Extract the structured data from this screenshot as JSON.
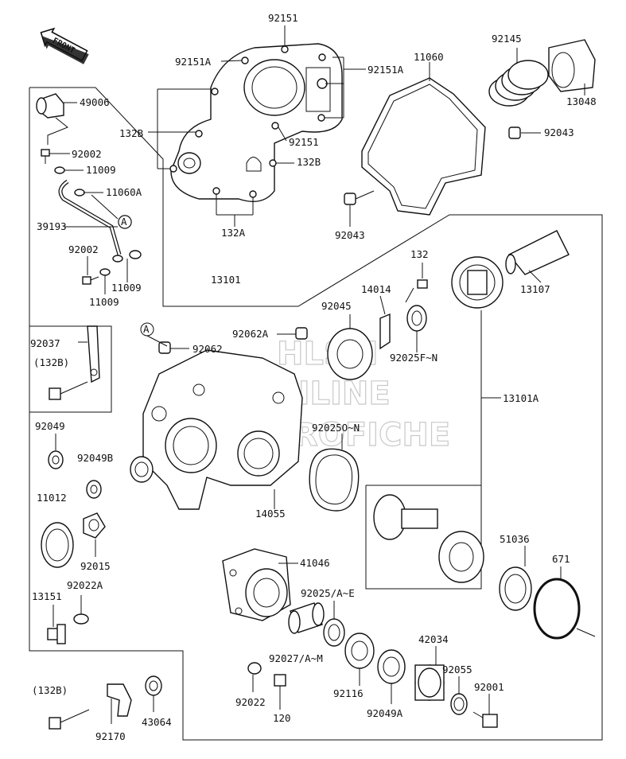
{
  "front_badge": "FRONT",
  "watermark": {
    "line1": "HLSM",
    "line2": "ONLINE",
    "line3": "MICROFICHE"
  },
  "labels": [
    {
      "id": "p92151",
      "text": "92151"
    },
    {
      "id": "p92151A_l",
      "text": "92151A"
    },
    {
      "id": "p92151A_r",
      "text": "92151A"
    },
    {
      "id": "p92151_b",
      "text": "92151"
    },
    {
      "id": "p132B_l",
      "text": "132B"
    },
    {
      "id": "p132B_r",
      "text": "132B"
    },
    {
      "id": "p132A_t",
      "text": "132A"
    },
    {
      "id": "p11060",
      "text": "11060"
    },
    {
      "id": "p92145",
      "text": "92145"
    },
    {
      "id": "p13048",
      "text": "13048"
    },
    {
      "id": "p92043_r",
      "text": "92043"
    },
    {
      "id": "p92043_l",
      "text": "92043"
    },
    {
      "id": "p49006",
      "text": "49006"
    },
    {
      "id": "p92002_t",
      "text": "92002"
    },
    {
      "id": "p11009_t",
      "text": "11009"
    },
    {
      "id": "p11060A",
      "text": "11060A"
    },
    {
      "id": "p39193",
      "text": "39193"
    },
    {
      "id": "p92002_b",
      "text": "92002"
    },
    {
      "id": "p11009_r",
      "text": "11009"
    },
    {
      "id": "p11009_b",
      "text": "11009"
    },
    {
      "id": "p13101",
      "text": "13101"
    },
    {
      "id": "p132",
      "text": "132"
    },
    {
      "id": "p13107",
      "text": "13107"
    },
    {
      "id": "p14014",
      "text": "14014"
    },
    {
      "id": "p92045",
      "text": "92045"
    },
    {
      "id": "p92025FN",
      "text": "92025F~N"
    },
    {
      "id": "p92037",
      "text": "92037"
    },
    {
      "id": "p132B_par1",
      "text": "(132B)"
    },
    {
      "id": "p92062A",
      "text": "92062A"
    },
    {
      "id": "p92062",
      "text": "92062"
    },
    {
      "id": "p13101A",
      "text": "13101A"
    },
    {
      "id": "p92049",
      "text": "92049"
    },
    {
      "id": "p92049B",
      "text": "92049B"
    },
    {
      "id": "p92025ON",
      "text": "92025O~N"
    },
    {
      "id": "p11012",
      "text": "11012"
    },
    {
      "id": "p14055",
      "text": "14055"
    },
    {
      "id": "p92015",
      "text": "92015"
    },
    {
      "id": "p51036",
      "text": "51036"
    },
    {
      "id": "p671",
      "text": "671"
    },
    {
      "id": "p41046",
      "text": "41046"
    },
    {
      "id": "p92022A",
      "text": "92022A"
    },
    {
      "id": "p13151",
      "text": "13151"
    },
    {
      "id": "p92025AE",
      "text": "92025/A~E"
    },
    {
      "id": "p42034",
      "text": "42034"
    },
    {
      "id": "p92027AM",
      "text": "92027/A~M"
    },
    {
      "id": "p92055",
      "text": "92055"
    },
    {
      "id": "p92116",
      "text": "92116"
    },
    {
      "id": "p92001",
      "text": "92001"
    },
    {
      "id": "p132B_par2",
      "text": "(132B)"
    },
    {
      "id": "p92022",
      "text": "92022"
    },
    {
      "id": "p92049A",
      "text": "92049A"
    },
    {
      "id": "p120",
      "text": "120"
    },
    {
      "id": "p92170",
      "text": "92170"
    },
    {
      "id": "p43064",
      "text": "43064"
    }
  ],
  "callouts": {
    "a": "A"
  }
}
